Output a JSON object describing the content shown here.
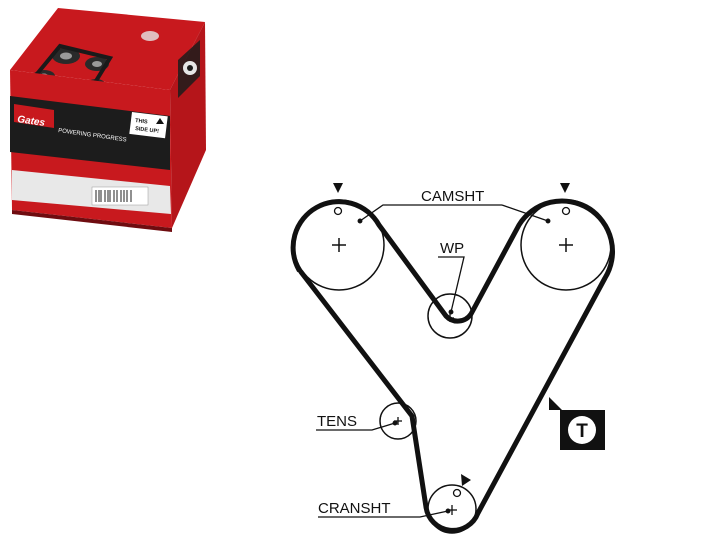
{
  "product_box": {
    "brand": "Gates",
    "slogan": "POWERING PROGRESS",
    "orientation_line1": "THIS",
    "orientation_line2": "SIDE UP!",
    "colors": {
      "red": "#c8191e",
      "black": "#1c1c1c",
      "grey": "#d9d9d9",
      "white": "#f4f4f4"
    }
  },
  "diagram": {
    "labels": {
      "camshaft": "CAMSHT",
      "water_pump": "WP",
      "tensioner": "TENS",
      "crankshaft": "CRANSHT"
    },
    "rotation_badge": "T",
    "colors": {
      "line": "#111111",
      "background": "#ffffff"
    }
  }
}
